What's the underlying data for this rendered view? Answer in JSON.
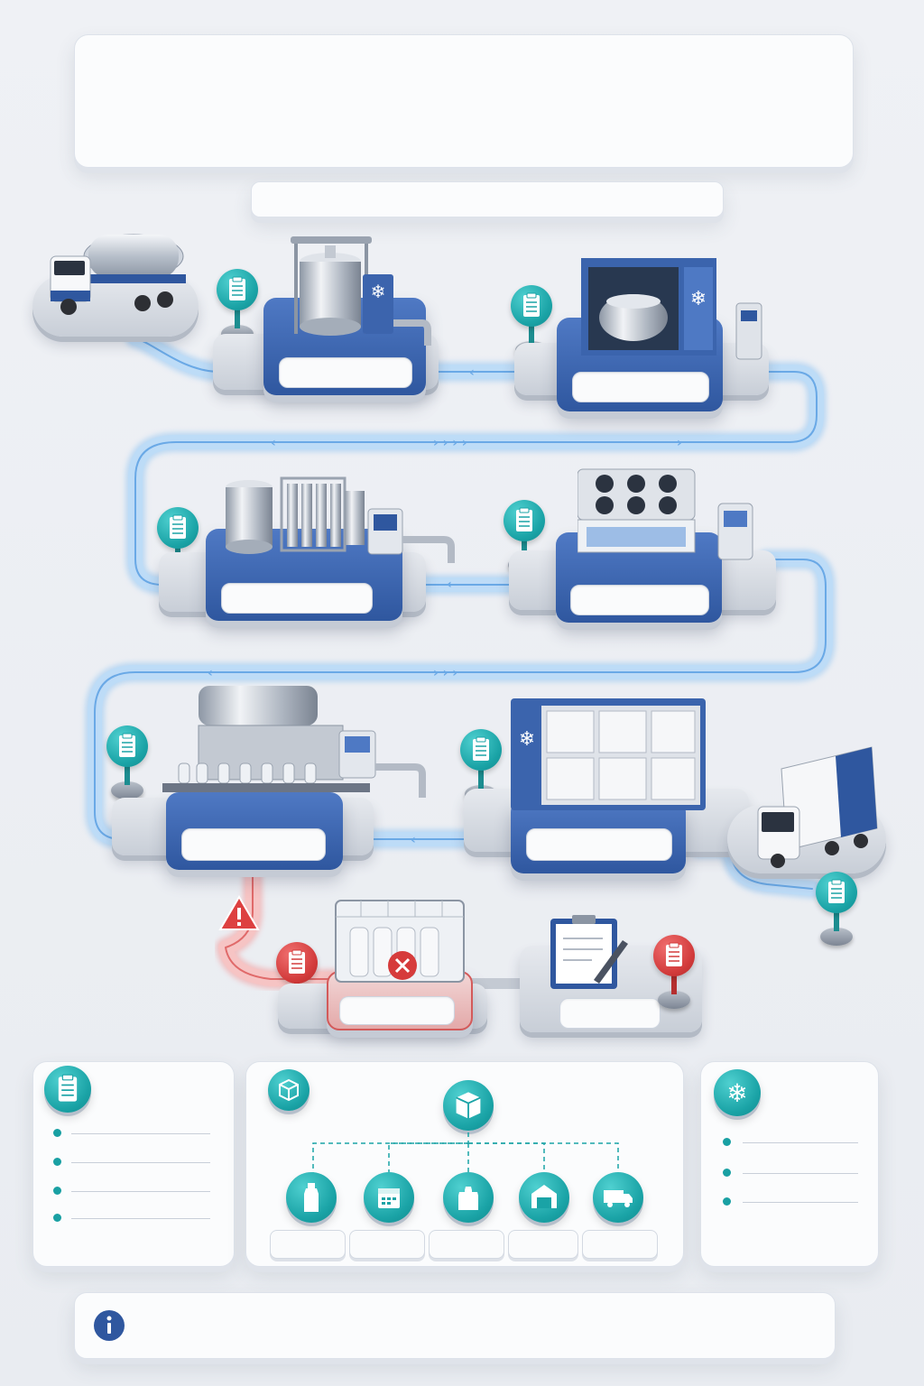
{
  "header": {
    "title": "",
    "subtitle": ""
  },
  "stages": [
    {
      "id": "milk-reception",
      "label": ""
    },
    {
      "id": "raw-milk-storage",
      "label": ""
    },
    {
      "id": "pasteurization",
      "label": ""
    },
    {
      "id": "cooling",
      "label": ""
    },
    {
      "id": "filling",
      "label": ""
    },
    {
      "id": "cold-storage",
      "label": ""
    },
    {
      "id": "quarantine",
      "label": ""
    },
    {
      "id": "review",
      "label": ""
    }
  ],
  "panels": {
    "records": {
      "items": [
        "",
        "",
        "",
        ""
      ]
    },
    "traceability": {
      "boxes": [
        "",
        "",
        "",
        "",
        ""
      ]
    },
    "cold_chain": {
      "items": [
        "",
        "",
        ""
      ]
    }
  },
  "footer": {
    "note": ""
  },
  "icons": {
    "record": "clipboard-icon",
    "nonconformity": "red-clipboard-icon",
    "cold": "snowflake-icon",
    "info": "info-icon",
    "lot": "cube-icon",
    "bottle": "bottle-icon",
    "calendar": "calendar-icon",
    "bottles": "bottles-icon",
    "warehouse": "warehouse-icon",
    "truck": "truck-icon",
    "warning": "warning-icon"
  },
  "colors": {
    "teal": "#1aa3a6",
    "blue": "#2f579f",
    "red": "#d23b3b",
    "pipe": "#8ec3f2"
  }
}
